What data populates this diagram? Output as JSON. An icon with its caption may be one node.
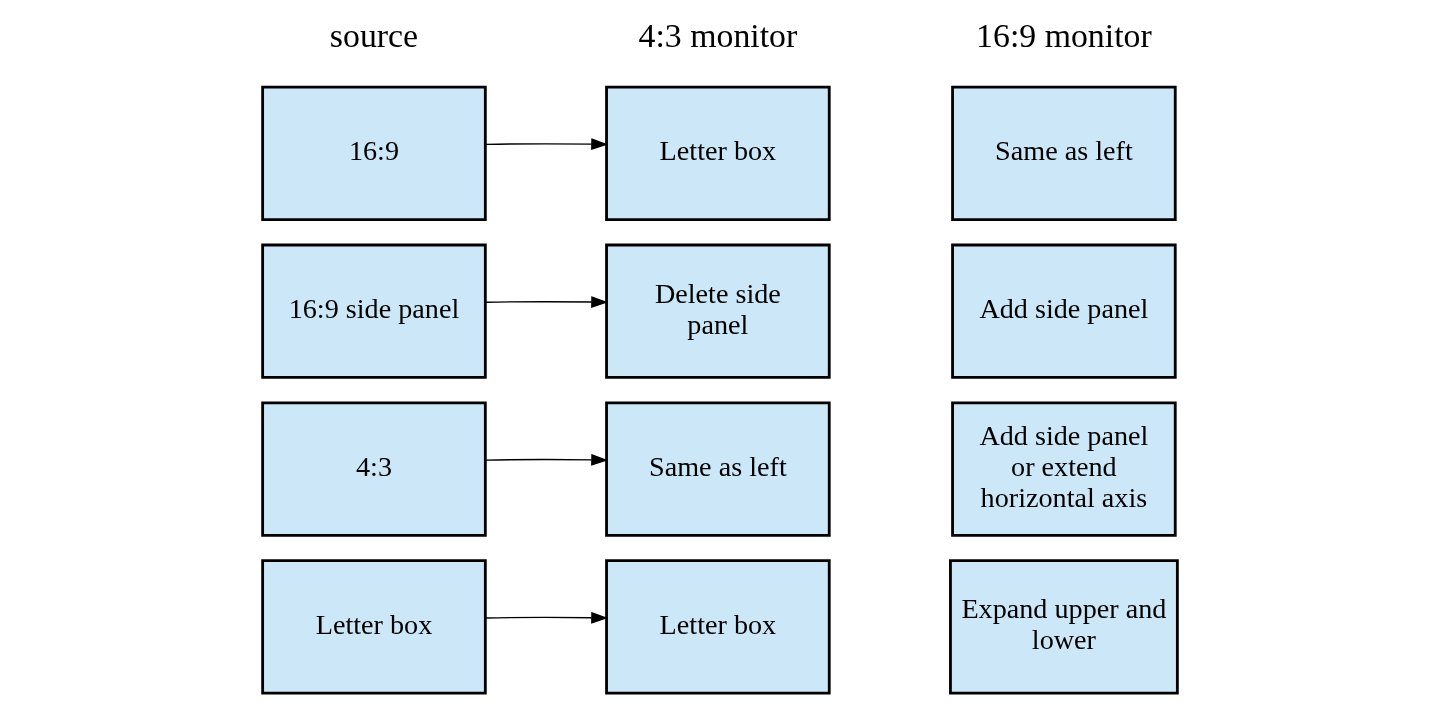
{
  "diagram": {
    "nodes": [
      {
        "text": [
          "16:9"
        ]
      },
      {
        "text": [
          "Letter box"
        ]
      },
      {
        "text": [
          "Same as left"
        ]
      },
      {
        "text": [
          "16:9 side panel"
        ]
      },
      {
        "text": [
          "Delete side panel"
        ]
      },
      {
        "text": [
          "Add side panel"
        ]
      },
      {
        "text": [
          "4:3"
        ]
      },
      {
        "text": [
          "Same as left"
        ]
      },
      {
        "text": [
          "Add side panel or extend horizontal axis"
        ]
      },
      {
        "text": [
          "Letter box"
        ]
      },
      {
        "text": [
          "Letter box"
        ]
      },
      {
        "text": [
          "Expand upper and lower"
        ]
      }
    ],
    "edges": [
      {
        "from": 0,
        "to": 1,
        "arrow": "to"
      },
      {
        "from": 3,
        "to": 4,
        "arrow": "to"
      },
      {
        "from": 6,
        "to": 7,
        "arrow": "to"
      },
      {
        "from": 9,
        "to": 10,
        "arrow": "to"
      }
    ],
    "labels": [
      "source",
      "4:3 monitor",
      "16:9 monitor"
    ]
  }
}
